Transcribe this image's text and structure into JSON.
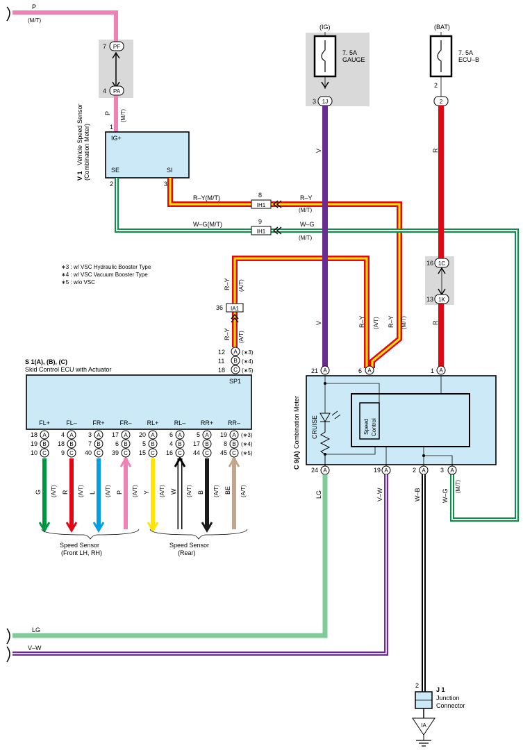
{
  "diagram": {
    "top_wire": {
      "label": "P",
      "sub": "(M/T)"
    },
    "connectors": {
      "pf": {
        "pin": "7",
        "name": "PF"
      },
      "pa": {
        "pin": "4",
        "name": "PA"
      },
      "ih1_a": {
        "pin": "8",
        "name": "IH1"
      },
      "ih1_b": {
        "pin": "9",
        "name": "IH1"
      },
      "ia1": {
        "pin": "36",
        "name": "IA1"
      },
      "j1c": {
        "pin": "3",
        "name": "1J"
      },
      "ecub": {
        "pin": "2",
        "name": "2"
      },
      "c1": {
        "pin": "16",
        "name": "1C"
      },
      "k1": {
        "pin": "13",
        "name": "1K"
      }
    },
    "fuses": {
      "ig": {
        "supply": "(IG)",
        "rating": "7. 5A",
        "name": "GAUGE"
      },
      "bat": {
        "supply": "(BAT)",
        "rating": "7. 5A",
        "name": "ECU–B"
      }
    },
    "vss": {
      "code": "V 1",
      "name": "Vehicle Speed Sensor",
      "sub": "(Combination Meter)",
      "pin1": "1",
      "pin2": "2",
      "pin3": "3",
      "ig": "IG+",
      "se": "SE",
      "si": "SI",
      "wire_p": "P",
      "wire_p_sub": "(M/T)"
    },
    "wires": {
      "ry_mt": "R–Y(M/T)",
      "ry": "R–Y",
      "mt": "(M/T)",
      "wg_mt": "W–G(M/T)",
      "wg": "W–G",
      "v": "V",
      "r": "R",
      "lg": "LG",
      "vw": "V–W",
      "wb": "W–B",
      "at": "(A/T)"
    },
    "notes": [
      "∗3 : w/ VSC Hydraulic Booster Type",
      "∗4 : w/ VSC Vacuum Booster Type",
      "∗5 : w/o VSC"
    ],
    "ecu": {
      "code": "S 1(A), (B), (C)",
      "name": "Skid Control ECU with Actuator",
      "sp1": "SP1",
      "sp_pins": [
        {
          "n": "12",
          "c": "A",
          "s": "(∗3)"
        },
        {
          "n": "11",
          "c": "B",
          "s": "(∗4)"
        },
        {
          "n": "18",
          "c": "C",
          "s": "(∗5)"
        }
      ],
      "terminals": [
        {
          "label": "FL+",
          "pins": [
            "18",
            "19",
            "10"
          ],
          "wire": "G",
          "at": "(A/T)",
          "color": "#009640",
          "dir": "down"
        },
        {
          "label": "FL–",
          "pins": [
            "4",
            "18",
            "9"
          ],
          "wire": "R",
          "at": "(A/T)",
          "color": "#e30613",
          "dir": "down"
        },
        {
          "label": "FR+",
          "pins": [
            "3",
            "7",
            "40"
          ],
          "wire": "L",
          "at": "(A/T)",
          "color": "#009fe3",
          "dir": "down"
        },
        {
          "label": "FR–",
          "pins": [
            "17",
            "6",
            "39"
          ],
          "wire": "P",
          "at": "(A/T)",
          "color": "#ee82b4",
          "dir": "up"
        },
        {
          "label": "RL+",
          "pins": [
            "20",
            "5",
            "15"
          ],
          "wire": "Y",
          "at": "(A/T)",
          "color": "#ffe500",
          "dir": "down"
        },
        {
          "label": "RL–",
          "pins": [
            "6",
            "4",
            "16"
          ],
          "wire": "W",
          "at": "(A/T)",
          "color": "#ffffff",
          "dir": "up"
        },
        {
          "label": "RR+",
          "pins": [
            "5",
            "17",
            "44"
          ],
          "wire": "B",
          "at": "(A/T)",
          "color": "#1a1a1a",
          "dir": "down"
        },
        {
          "label": "RR–",
          "pins": [
            "19",
            "8",
            "45"
          ],
          "wire": "BE",
          "at": "(A/T)",
          "color": "#c2a58c",
          "dir": "up"
        }
      ],
      "pin_suffix": [
        "(∗3)",
        "(∗4)",
        "(∗5)"
      ],
      "sensor_front": "Speed Sensor",
      "sensor_front_sub": "(Front LH,  RH)",
      "sensor_rear": "Speed Sensor",
      "sensor_rear_sub": "(Rear)"
    },
    "meter": {
      "code": "C 9(A)",
      "name": "Combination Meter",
      "cruise": "CRUISE",
      "speed_ctrl_1": "Speed",
      "speed_ctrl_2": "Control",
      "top_pins": [
        {
          "n": "21",
          "c": "A"
        },
        {
          "n": "6",
          "c": "A"
        },
        {
          "n": "1",
          "c": "A"
        }
      ],
      "bottom_pins": [
        {
          "n": "24",
          "c": "A"
        },
        {
          "n": "19",
          "c": "A"
        },
        {
          "n": "2",
          "c": "A"
        },
        {
          "n": "3",
          "c": "A"
        }
      ]
    },
    "junction": {
      "code": "J 1",
      "name1": "Junction",
      "name2": "Connector",
      "pin": "2",
      "ground": "IA"
    }
  }
}
